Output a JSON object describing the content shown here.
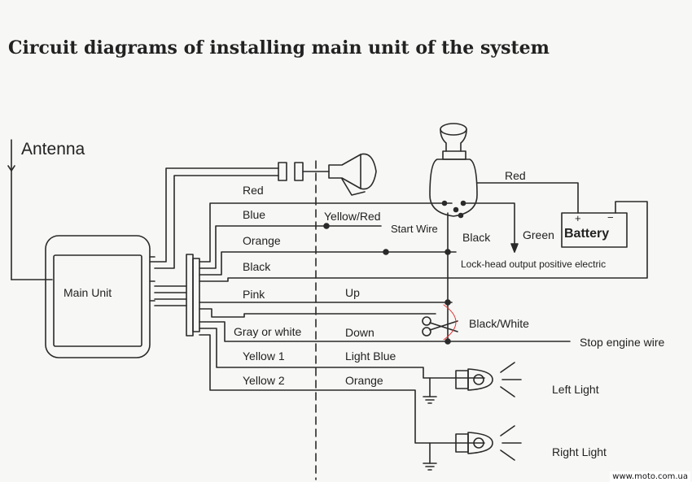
{
  "title": "Circuit diagrams of installing main unit of the system",
  "labels": {
    "antenna": "Antenna",
    "main_unit": "Main Unit",
    "red_top": "Red",
    "blue": "Blue",
    "orange_left": "Orange",
    "black_left": "Black",
    "pink": "Pink",
    "gray_or_white": "Gray or white",
    "yellow1": "Yellow 1",
    "yellow2": "Yellow 2",
    "yellow_red": "Yellow/Red",
    "start_wire": "Start Wire",
    "up": "Up",
    "down": "Down",
    "light_blue": "Light Blue",
    "orange_right": "Orange",
    "red_right": "Red",
    "black_switch": "Black",
    "green": "Green",
    "battery": "Battery",
    "battery_plus": "+",
    "battery_minus": "−",
    "lock_head": "Lock-head output positive electric",
    "black_white": "Black/White",
    "stop_engine": "Stop engine wire",
    "left_light": "Left Light",
    "right_light": "Right Light",
    "watermark": "www.moto.com.ua"
  },
  "colors": {
    "line": "#2a2a2a",
    "accent_red": "#d33"
  }
}
